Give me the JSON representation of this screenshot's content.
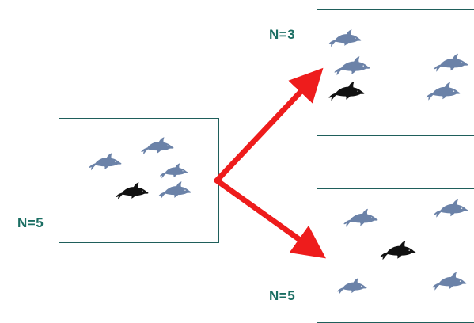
{
  "labels": {
    "left": "N=5",
    "top_right": "N=3",
    "bottom_right": "N=5"
  },
  "colors": {
    "label_text": "#1b6e63",
    "box_border": "#1f5f5b",
    "arrow": "#ee1c1c",
    "dolphin_blue": "#6b82a8",
    "dolphin_black": "#111111"
  },
  "icons": {
    "dolphin": "dolphin-icon",
    "arrow": "arrow-icon"
  },
  "groups": [
    {
      "name": "source",
      "label_key": "left",
      "dolphins": 5,
      "black": 1
    },
    {
      "name": "top",
      "label_key": "top_right",
      "dolphins": 5,
      "black": 1
    },
    {
      "name": "bottom",
      "label_key": "bottom_right",
      "dolphins": 5,
      "black": 1
    }
  ]
}
